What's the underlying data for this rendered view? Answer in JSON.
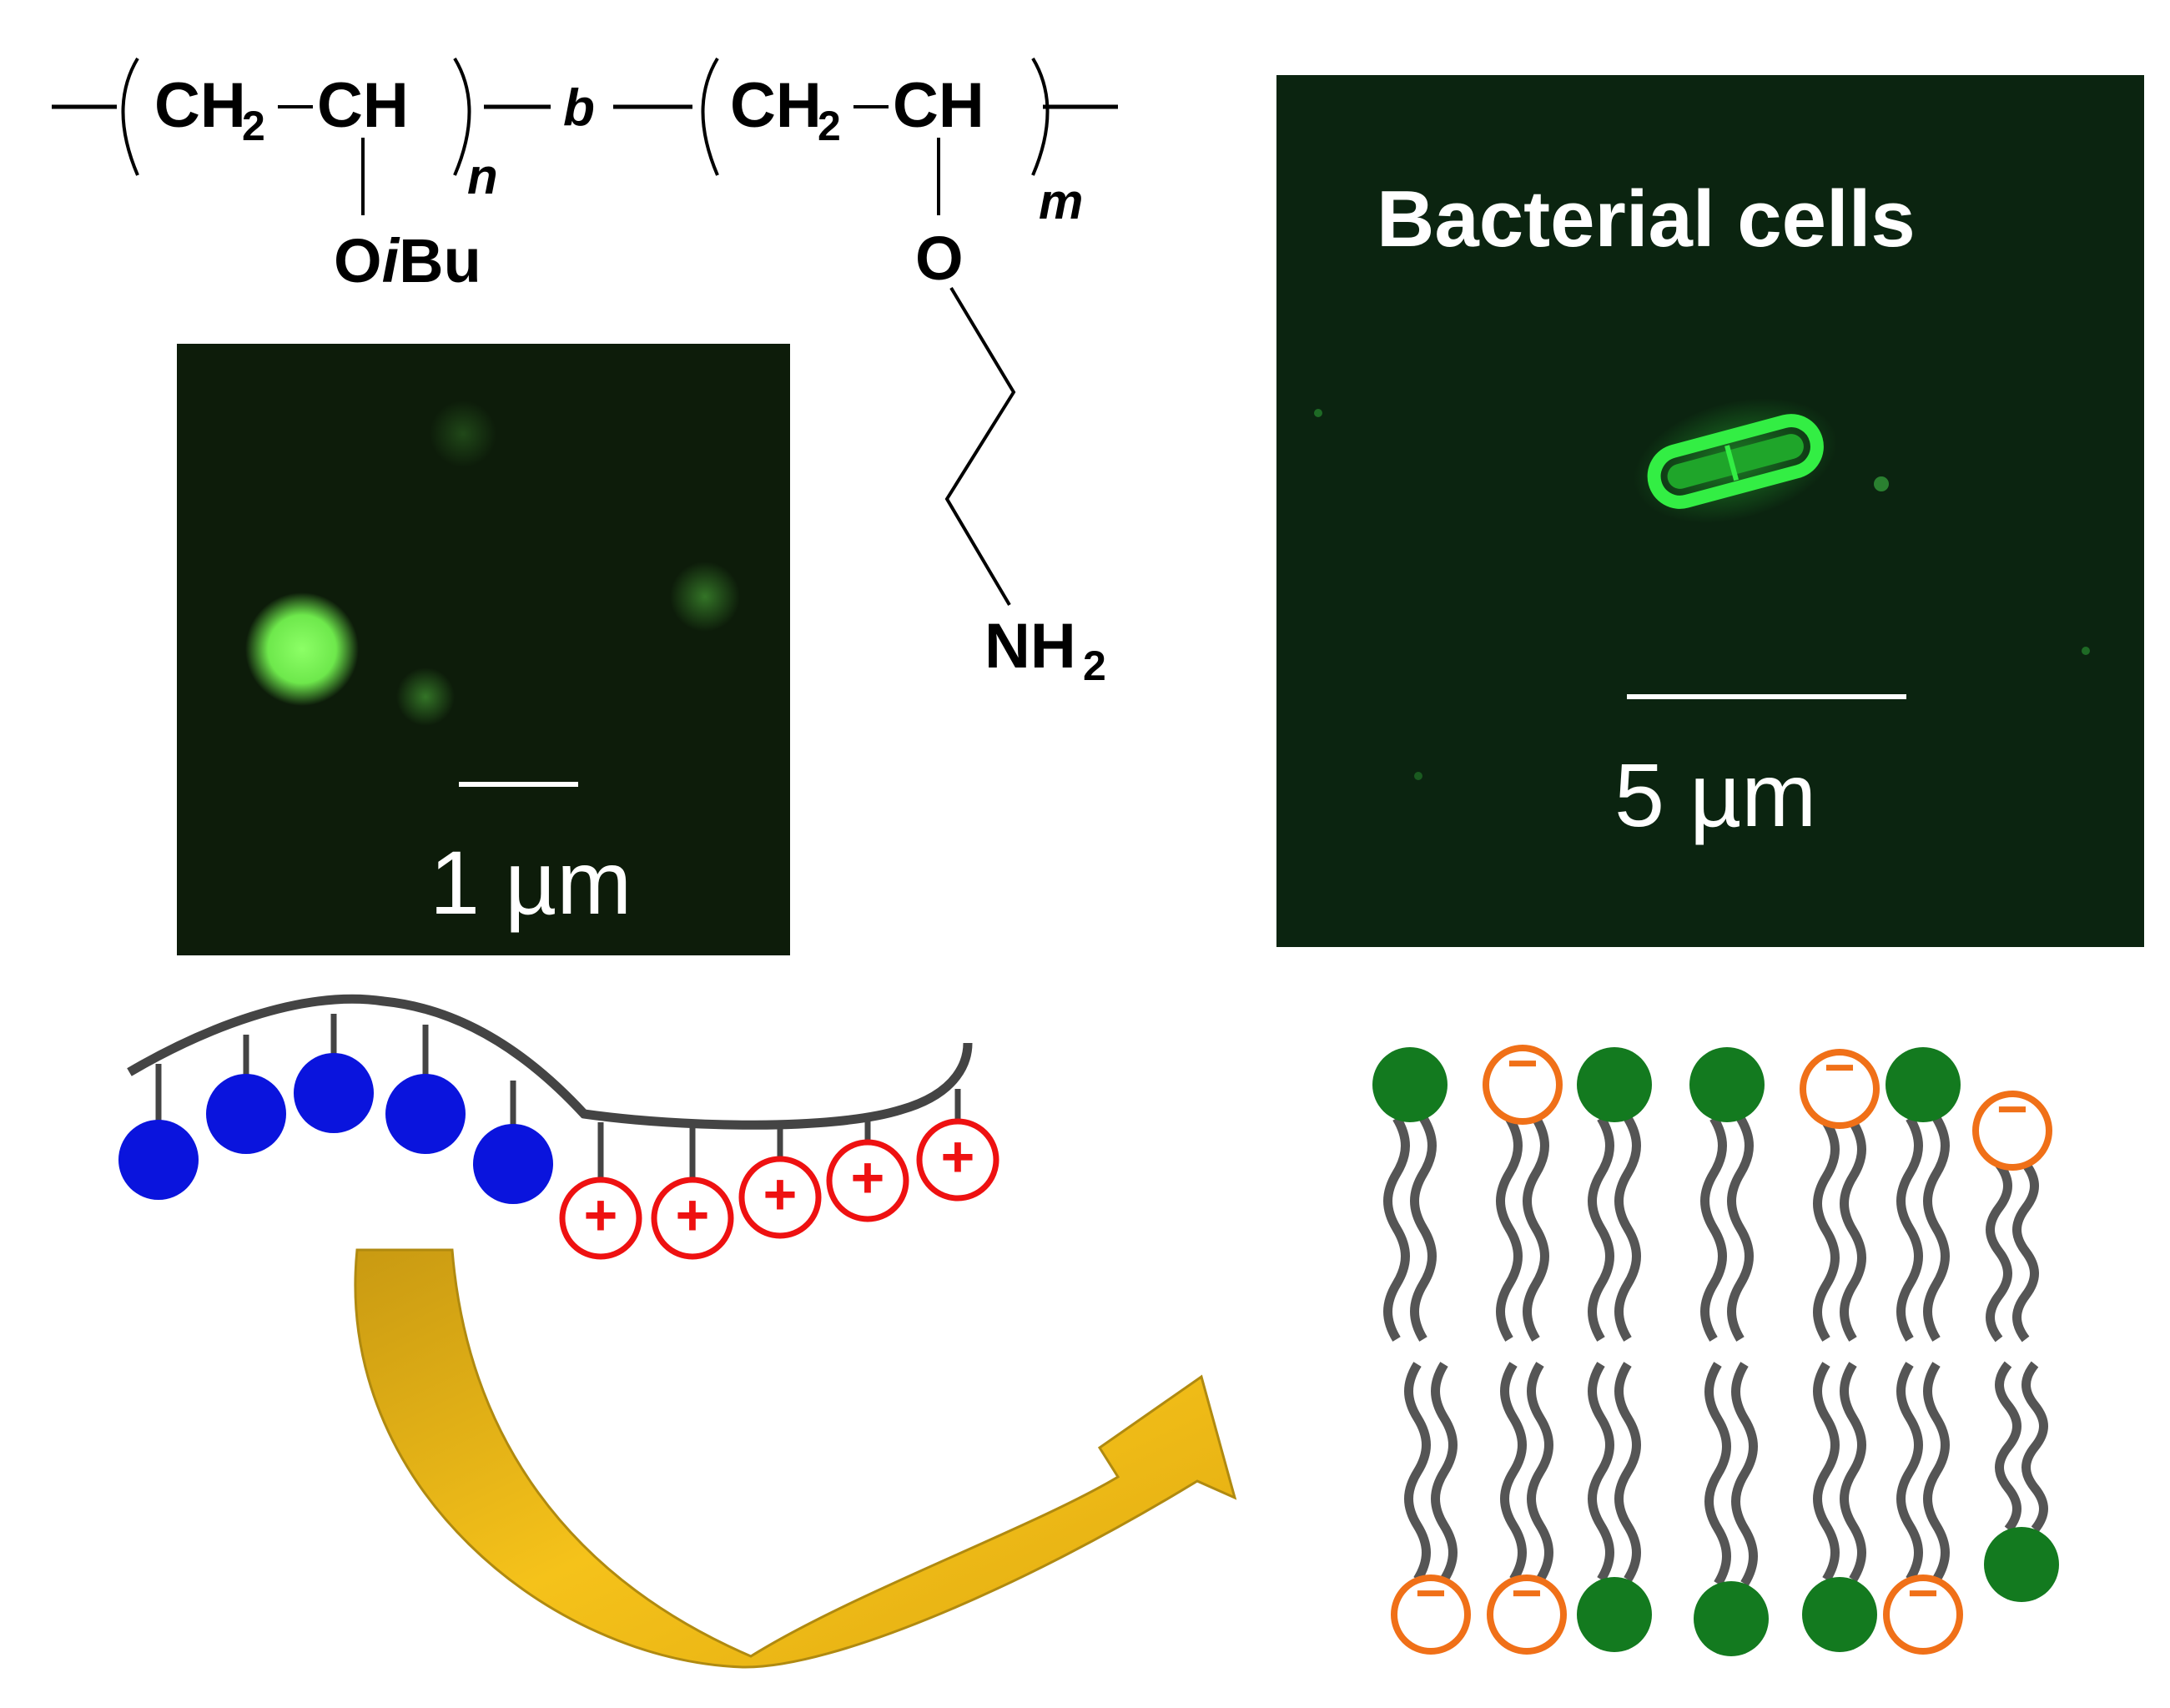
{
  "structure": {
    "unit1_ch2": "CH",
    "unit1_sub": "2",
    "unit1_ch": "CH",
    "unit1_n": "n",
    "unit1_side": "OiBu",
    "side_o": "O",
    "side_i": "i",
    "side_bu": "Bu",
    "block": "b",
    "unit2_ch2": "CH",
    "unit2_sub": "2",
    "unit2_ch": "CH",
    "unit2_m": "m",
    "unit2_o": "O",
    "amine_nh": "NH",
    "amine_sub": "2"
  },
  "micrograph_left": {
    "scale_bar": "1 µm",
    "background": "#0d1c0a",
    "particle_color": "#7ef55a"
  },
  "micrograph_right": {
    "title": "Bacterial cells",
    "scale_bar": "5 µm",
    "background": "#0b2410",
    "cell_color": "#33ee44"
  },
  "schematic": {
    "hydrophobic_bead_color": "#0a14dd",
    "cationic_color": "#ee1111",
    "cationic_symbol": "+",
    "backbone_color": "#444444",
    "arrow_color": "#f0b90c",
    "lipid_neutral_color": "#137a1f",
    "lipid_anionic_color": "#f07018",
    "anionic_symbol": "−",
    "lipid_tail_color": "#555555"
  }
}
